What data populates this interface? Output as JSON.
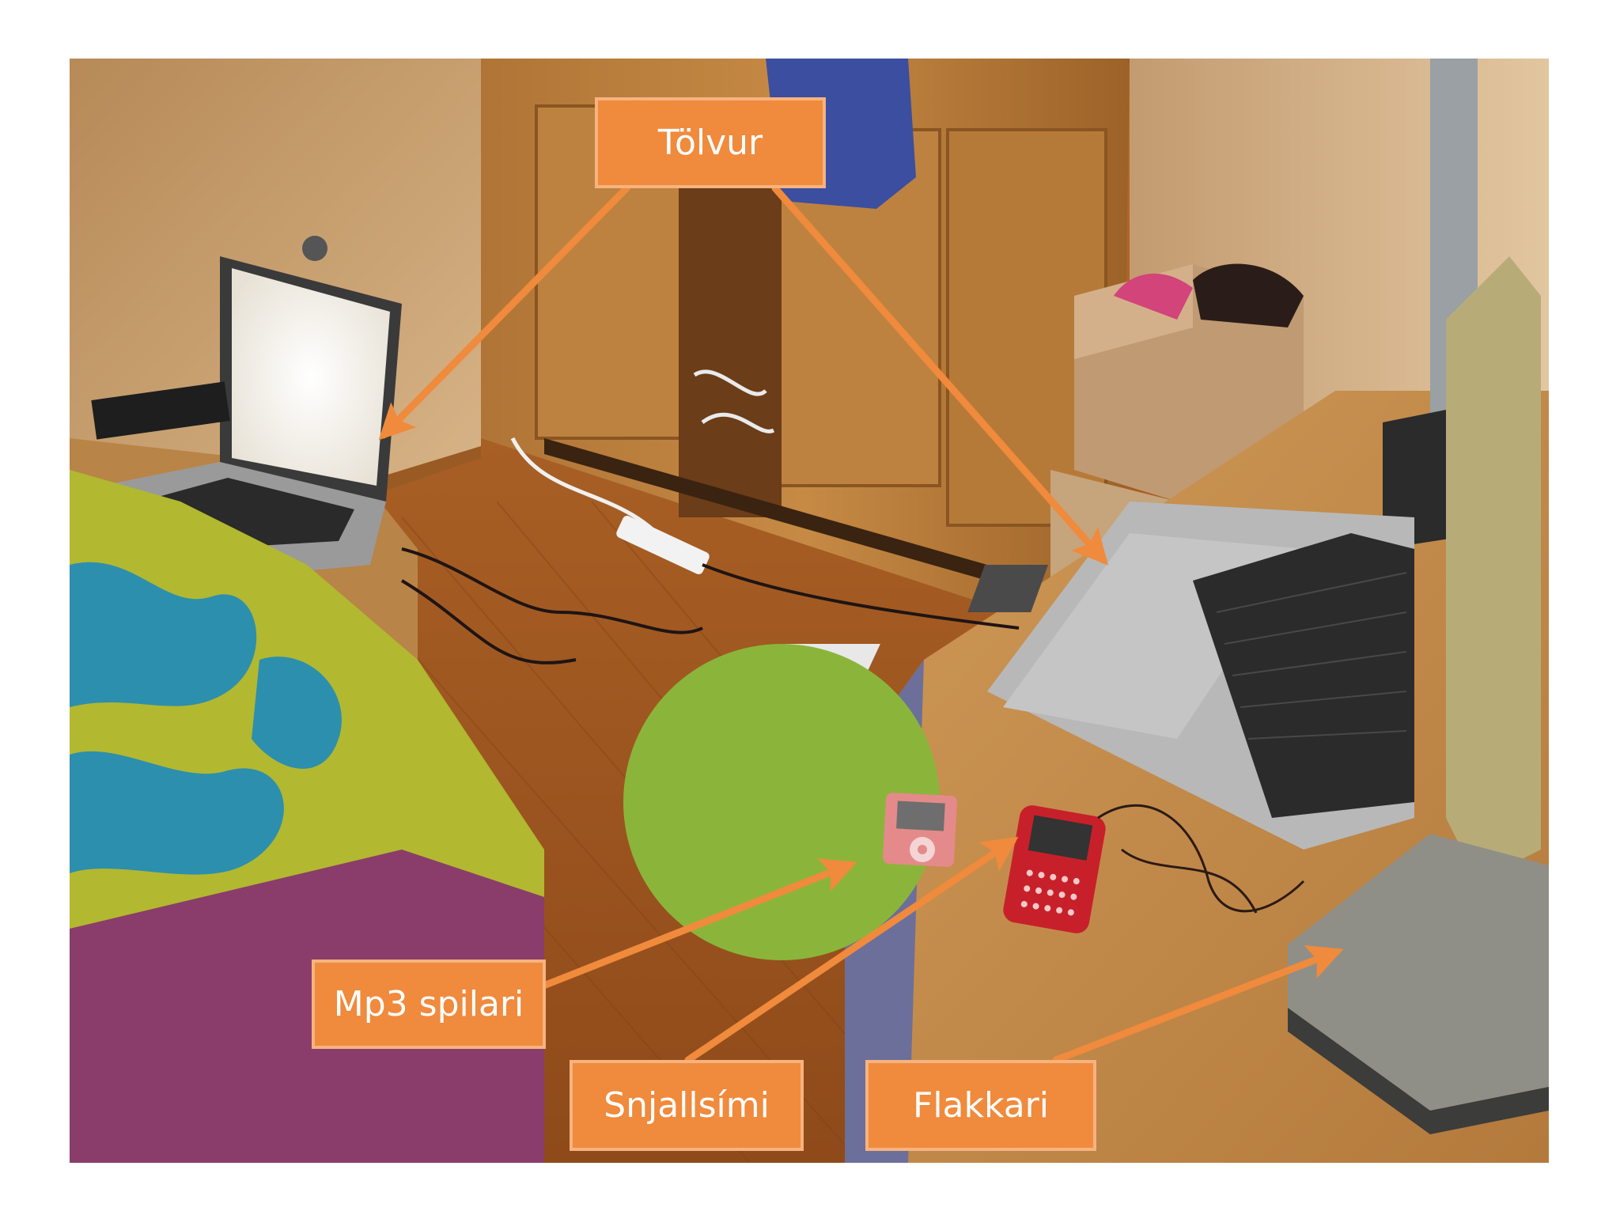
{
  "labels": {
    "computers": "Tölvur",
    "mp3_player": "Mp3 spilari",
    "smartphone": "Snjallsími",
    "flash_drive": "Flakkari"
  },
  "colors": {
    "label_fill": "#f08a3c",
    "label_border": "#f6b37f",
    "arrow": "#f08a3c"
  }
}
